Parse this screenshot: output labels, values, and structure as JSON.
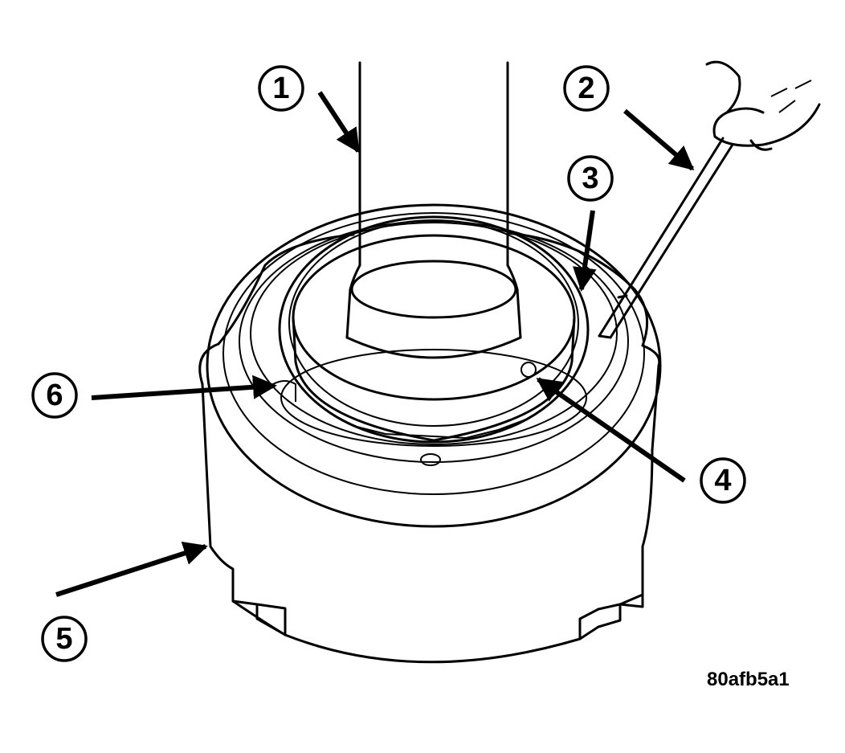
{
  "callouts": [
    {
      "id": "callout-1",
      "label": "1"
    },
    {
      "id": "callout-2",
      "label": "2"
    },
    {
      "id": "callout-3",
      "label": "3"
    },
    {
      "id": "callout-4",
      "label": "4"
    },
    {
      "id": "callout-5",
      "label": "5"
    },
    {
      "id": "callout-6",
      "label": "6"
    }
  ],
  "figure_id": "80afb5a1",
  "colors": {
    "ink": "#000000",
    "paper": "#ffffff"
  }
}
